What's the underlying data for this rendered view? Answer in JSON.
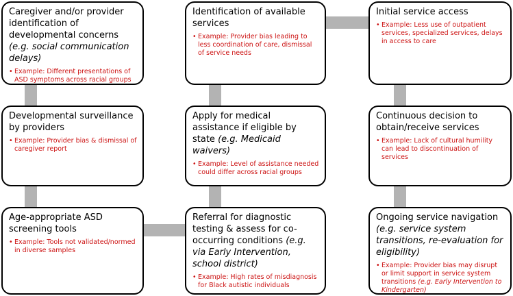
{
  "colors": {
    "box_border": "#000000",
    "example_text": "#cc1111",
    "connector": "#b3b3b3",
    "background": "#ffffff"
  },
  "bullet": "•",
  "boxes": {
    "caregiver_concerns": {
      "title": "Caregiver and/or provider identification of developmental concerns",
      "title_italic": "(e.g. social communication delays)",
      "example": "Example: Different presentations of ASD symptoms across racial groups"
    },
    "developmental_surveillance": {
      "title": "Developmental surveillance by providers",
      "example": "Example: Provider bias & dismissal of caregiver report"
    },
    "screening_tools": {
      "title": "Age-appropriate ASD screening tools",
      "example": "Example: Tools not validated/normed in diverse samples"
    },
    "available_services": {
      "title": "Identification of available services",
      "example": "Example: Provider bias leading to less coordination of care, dismissal of service needs"
    },
    "medical_assistance": {
      "title": "Apply for medical assistance if eligible by state",
      "title_italic": "(e.g. Medicaid waivers)",
      "example": "Example: Level of assistance needed could differ across racial groups"
    },
    "diagnostic_referral": {
      "title": "Referral for diagnostic testing & assess for co-occurring conditions",
      "title_italic": "(e.g. via Early Intervention, school district)",
      "example": "Example: High rates of misdiagnosis for Black autistic individuals"
    },
    "initial_access": {
      "title": "Initial service access",
      "example": "Example: Less use of outpatient services, specialized services, delays in access to care"
    },
    "continuous_decision": {
      "title": "Continuous decision to obtain/receive services",
      "example": "Example: Lack of cultural humility can lead to discontinuation of services"
    },
    "service_navigation": {
      "title": "Ongoing service navigation",
      "title_italic": "(e.g. service system transitions, re-evaluation for eligibility)",
      "example": "Example: Provider bias may disrupt or limit support in service system transitions",
      "example_italic": "(e.g. Early Intervention to Kindergarten)"
    }
  }
}
